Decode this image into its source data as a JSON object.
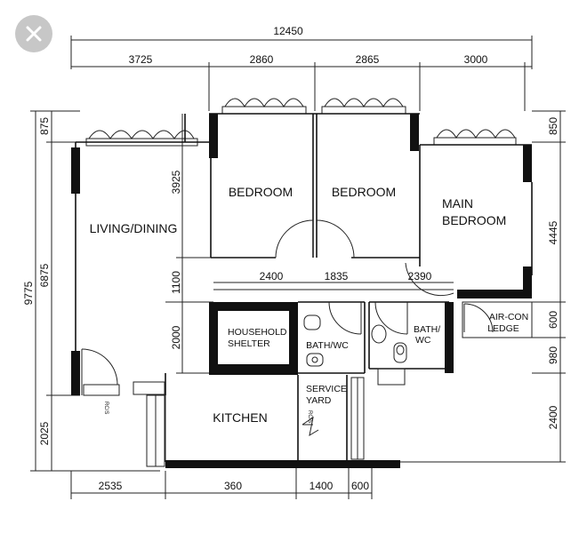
{
  "close_button": {
    "icon": "close-icon",
    "color": "#c7c7c7"
  },
  "dimensions": {
    "overall_width": "12450",
    "top_segments": [
      "3725",
      "2860",
      "2865",
      "3000"
    ],
    "left_outer": "9775",
    "left_inner_top": "875",
    "left_inner_mid": "6875",
    "left_inner_bottom": "2025",
    "left_room_col": [
      "3925",
      "1100",
      "2000"
    ],
    "right_segments": [
      "850",
      "4445",
      "600",
      "980",
      "2400"
    ],
    "corridor": [
      "2400",
      "1835",
      "2390"
    ],
    "bottom_segments": [
      "2535",
      "360",
      "1400",
      "600"
    ]
  },
  "rooms": {
    "living_dining": "LIVING/DINING",
    "bedroom_1": "BEDROOM",
    "bedroom_2": "BEDROOM",
    "main_bedroom_line1": "MAIN",
    "main_bedroom_line2": "BEDROOM",
    "household_shelter_line1": "HOUSEHOLD",
    "household_shelter_line2": "SHELTER",
    "bath_wc_1": "BATH/WC",
    "bath_wc_2_line1": "BATH/",
    "bath_wc_2_line2": "WC",
    "aircon_line1": "AIR-CON",
    "aircon_line2": "LEDGE",
    "service_yard_line1": "SERVICE",
    "service_yard_line2": "YARD",
    "kitchen": "KITCHEN",
    "refuse_chute": "RC/S",
    "refuse_chute_2": "RC/S"
  }
}
